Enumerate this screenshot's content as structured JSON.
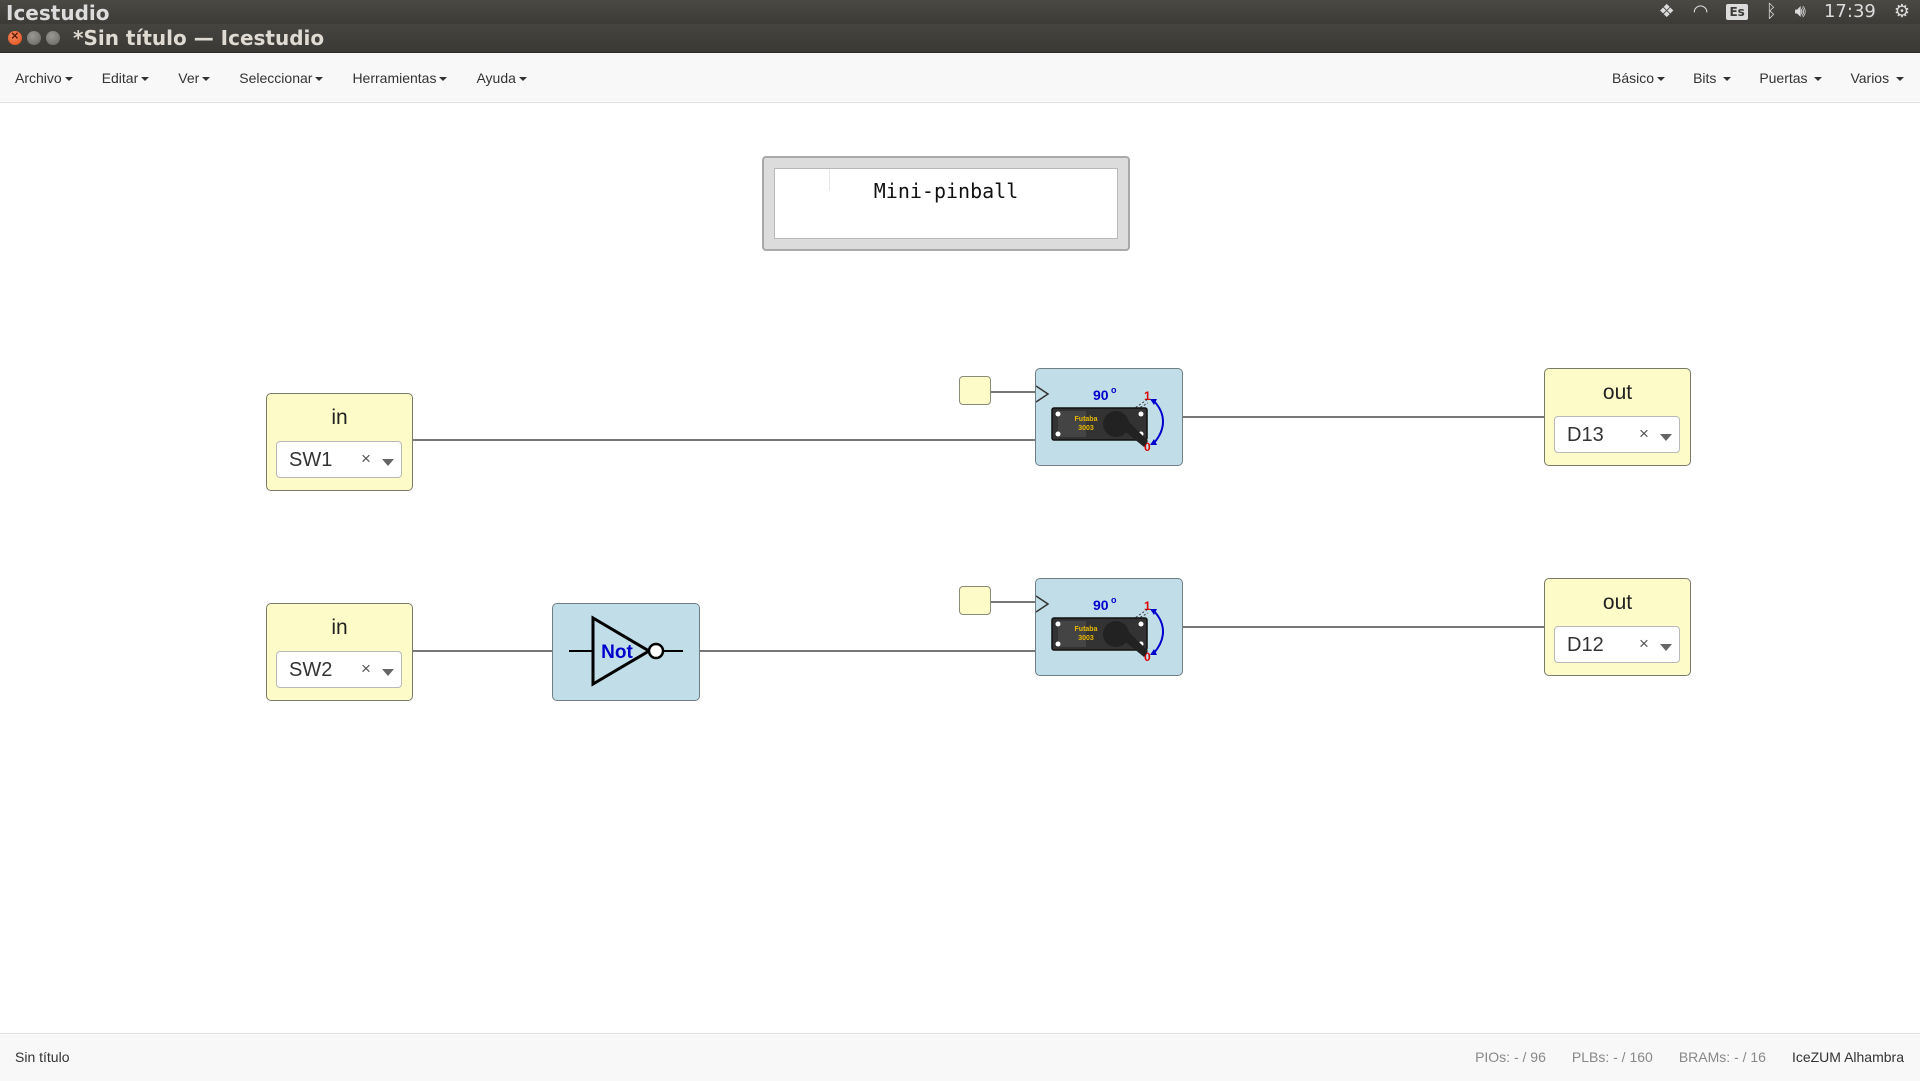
{
  "os_bar": {
    "app_name": "Icestudio",
    "keyboard_layout": "Es",
    "clock": "17:39"
  },
  "window": {
    "title": "*Sin título — Icestudio"
  },
  "menu": {
    "left": [
      "Archivo",
      "Editar",
      "Ver",
      "Seleccionar",
      "Herramientas",
      "Ayuda"
    ],
    "right": [
      "Básico",
      "Bits",
      "Puertas",
      "Varios"
    ]
  },
  "canvas": {
    "comment": "Mini-pinball",
    "inputs": [
      {
        "label": "in",
        "pin": "SW1"
      },
      {
        "label": "in",
        "pin": "SW2"
      }
    ],
    "outputs": [
      {
        "label": "out",
        "pin": "D13"
      },
      {
        "label": "out",
        "pin": "D12"
      }
    ],
    "not_gate": {
      "label": "Not"
    },
    "servo_blocks": [
      {
        "angle": "90",
        "brand": "Futaba",
        "model": "3003",
        "mark_high": "1",
        "mark_low": "0"
      },
      {
        "angle": "90",
        "brand": "Futaba",
        "model": "3003",
        "mark_high": "1",
        "mark_low": "0"
      }
    ]
  },
  "statusbar": {
    "project": "Sin título",
    "pios": "PIOs: - / 96",
    "plbs": "PLBs: - / 160",
    "brams": "BRAMs: - / 16",
    "board": "IceZUM Alhambra"
  },
  "colors": {
    "io_block": "#fdfbc8",
    "logic_block": "#c1dde8",
    "wire": "#777777",
    "servo_angle": "#0000cc",
    "servo_mark": "#dd0000"
  }
}
